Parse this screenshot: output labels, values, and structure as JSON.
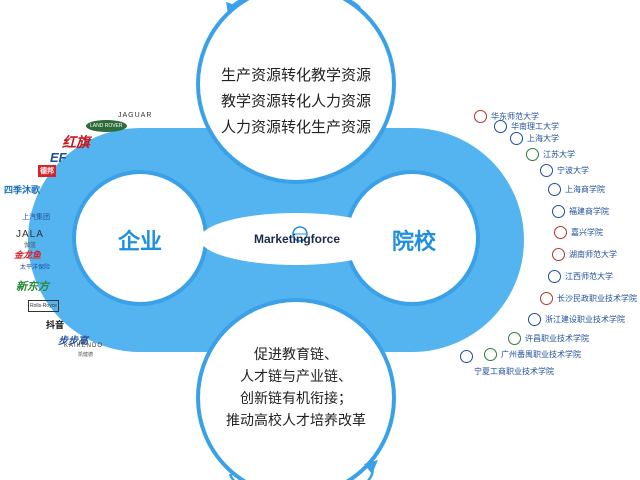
{
  "colors": {
    "loop_outer": "#54b4ef",
    "loop_inner": "#3aa1e8",
    "label": "#1f8fe0",
    "arrow": "#3aa1e8"
  },
  "top_circle": {
    "lines": [
      "生产资源转化教学资源",
      "教学资源转化人力资源",
      "人力资源转化生产资源"
    ]
  },
  "bottom_circle": {
    "lines": [
      "促进教育链、",
      "人才链与产业链、",
      "创新链有机衔接；",
      "推动高校人才培养改革"
    ]
  },
  "left_node": "企业",
  "right_node": "院校",
  "center_logo": "Marketingforce",
  "enterprises": [
    "JAGUAR",
    "LAND ROVER",
    "红旗",
    "EF",
    "德邦",
    "四季沐歌",
    "上汽集团",
    "JALA",
    "伽蓝",
    "金龙鱼",
    "太平洋保险",
    "新东方",
    "Rolls-Royce",
    "抖音",
    "步步高",
    "KAIKENDO",
    "凯健德"
  ],
  "universities": [
    "华东师范大学",
    "华南理工大学",
    "上海大学",
    "江苏大学",
    "宁波大学",
    "上海商学院",
    "福建商学院",
    "嘉兴学院",
    "湖南师范大学",
    "江西师范大学",
    "长沙民政职业技术学院",
    "浙江建设职业技术学院",
    "许昌职业技术学院",
    "广州番禺职业技术学院",
    "宁夏工商职业技术学院"
  ],
  "university_colors": [
    "#b3342b",
    "#1e4e9c",
    "#1e4e9c",
    "#2c7a3b",
    "#1e4e9c",
    "#1e4e9c",
    "#1e4e9c",
    "#b3342b",
    "#b3342b",
    "#1e4e9c",
    "#b3342b",
    "#1e4e9c",
    "#2c7a3b",
    "#2c7a3b",
    "#1e4e9c"
  ]
}
